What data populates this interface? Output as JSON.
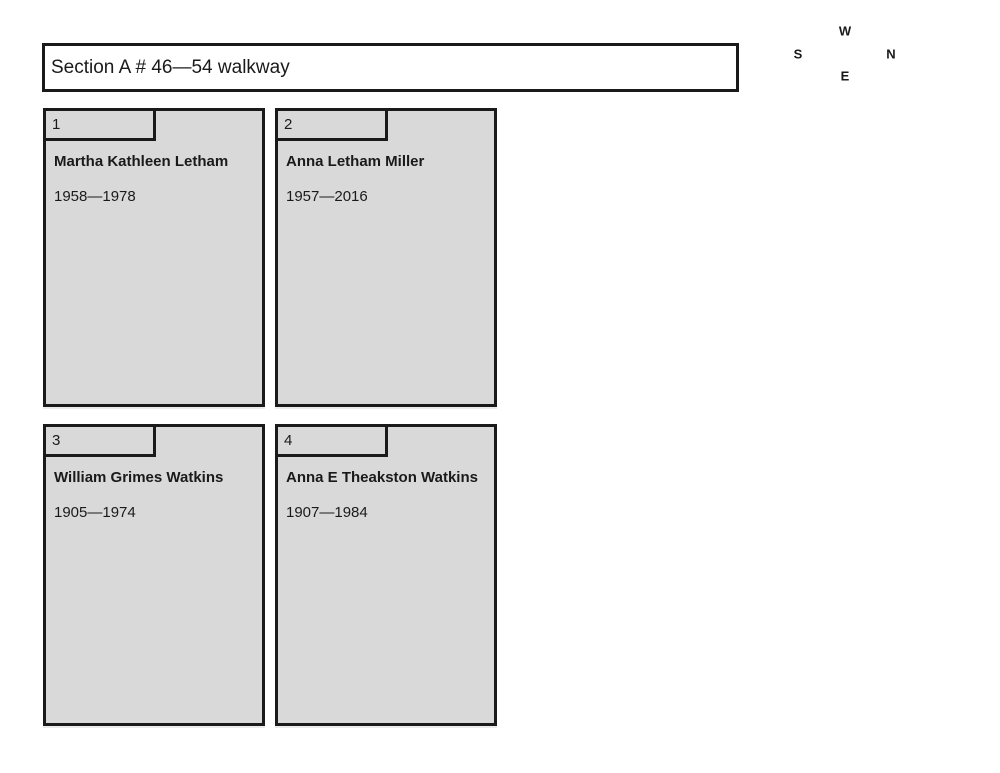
{
  "header": {
    "title": "Section A # 46—54 walkway"
  },
  "compass": {
    "top": "W",
    "left": "S",
    "right": "N",
    "bottom": "E"
  },
  "plots": [
    {
      "number": "1",
      "name": "Martha Kathleen Letham",
      "dates": "1958—1978"
    },
    {
      "number": "2",
      "name": "Anna Letham Miller",
      "dates": "1957—2016"
    },
    {
      "number": "3",
      "name": "William Grimes Watkins",
      "dates": "1905—1974"
    },
    {
      "number": "4",
      "name": "Anna E Theakston Watkins",
      "dates": "1907—1984"
    }
  ],
  "colors": {
    "plot_fill": "#d9d9d9",
    "border": "#1a1a1a",
    "background": "#ffffff"
  }
}
